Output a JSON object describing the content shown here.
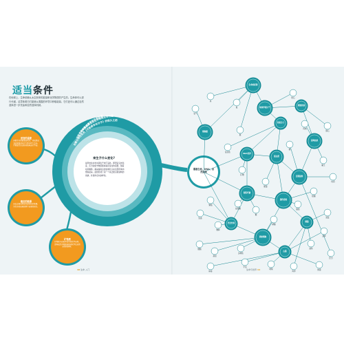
{
  "page": {
    "title_part1": "适当",
    "title_part2": "条件",
    "intro": "在地球上，生命依赖从太空到来的能量和化学物质的产生的。生命体可以进行代谢，这意味着它们能够从周围的环境中获取能量。它们还可以通过自然选择进一步完善和自然选择机制。",
    "folio_left_num": "10",
    "folio_left_text": "生命 入门",
    "folio_right_text": "生命与世界",
    "folio_right_num": "11"
  },
  "arc_texts": [
    "当年最初的合法化学物质生存分量",
    "可能是地球形成最早的生命起源",
    "在数亿年历史的《可能更早在分子》的很久之前"
  ],
  "center_circle": {
    "title": "来生子什么变化?",
    "body": "最早的生命也许诞生于地下深处，那里适宜的温度、压力和化学物质能够满足生命的需要。随着时间推移，越来越复杂的生物分子在局部区域内聚集起来，最终形成了第一个真正能自我复制的系统，并逐步走向多样化。"
  },
  "orange_circles": [
    {
      "title": "适宜的温度",
      "body": "多数生命需要液态的水，也就是说温度要维持在0℃到100℃之间，才能使生命过程持续地进行下去。"
    },
    {
      "title": "稳定的能源",
      "body": "来自太阳或地球内部的稳定能量，为生命的出现提供了必要的动力。"
    },
    {
      "title": "矿物质",
      "body": "矿物质与岩石中含有的化学元素，是构成生命物质和推动化学反应所必需的原料。"
    }
  ],
  "hub_label": "最基生命、DNA、自然选择",
  "nodes": [
    {
      "label": "细胞膜",
      "style": "dark"
    },
    {
      "label": "生命的起源",
      "style": "dark"
    },
    {
      "label": "地球早期大气",
      "style": "dark"
    },
    {
      "label": "原始的汤",
      "style": "dark"
    },
    {
      "label": "深海热泉",
      "style": "dark"
    },
    {
      "label": "有机分子",
      "style": "dark"
    },
    {
      "label": "RNA世界",
      "style": "dark"
    },
    {
      "label": "蛋白质",
      "style": "dark"
    },
    {
      "label": "自我复制",
      "style": "dark"
    },
    {
      "label": "新陈代谢",
      "style": "dark"
    },
    {
      "label": "遗传密码",
      "style": "dark"
    },
    {
      "label": "光合作用",
      "style": "dark"
    },
    {
      "label": "原始细胞",
      "style": "dark"
    },
    {
      "label": "细菌",
      "style": "dark"
    },
    {
      "label": "古菌",
      "style": "dark"
    },
    {
      "label": "氧气",
      "style": "light"
    },
    {
      "label": "水",
      "style": "light"
    },
    {
      "label": "碳",
      "style": "light"
    },
    {
      "label": "氮",
      "style": "light"
    },
    {
      "label": "化石",
      "style": "light"
    },
    {
      "label": "陨石",
      "style": "light"
    },
    {
      "label": "闪电",
      "style": "light"
    },
    {
      "label": "黏土",
      "style": "light"
    },
    {
      "label": "矿物",
      "style": "light"
    },
    {
      "label": "能量",
      "style": "light"
    },
    {
      "label": "酶",
      "style": "light"
    },
    {
      "label": "核酸",
      "style": "light"
    },
    {
      "label": "脂质",
      "style": "light"
    },
    {
      "label": "糖",
      "style": "light"
    },
    {
      "label": "氨基酸",
      "style": "light"
    },
    {
      "label": "磷酸",
      "style": "light"
    },
    {
      "label": "进化",
      "style": "light"
    },
    {
      "label": "突变",
      "style": "light"
    },
    {
      "label": "选择",
      "style": "light"
    },
    {
      "label": "繁殖",
      "style": "light"
    },
    {
      "label": "物种",
      "style": "light"
    },
    {
      "label": "生态",
      "style": "light"
    },
    {
      "label": "细胞",
      "style": "light"
    },
    {
      "label": "基因",
      "style": "light"
    },
    {
      "label": "病毒",
      "style": "light"
    },
    {
      "label": "宇宙",
      "style": "light"
    },
    {
      "label": "地球",
      "style": "light"
    },
    {
      "label": "海洋",
      "style": "light"
    },
    {
      "label": "热量",
      "style": "light"
    },
    {
      "label": "压力",
      "style": "light"
    },
    {
      "label": "时间",
      "style": "light"
    },
    {
      "label": "复杂性",
      "style": "light"
    },
    {
      "label": "多样性",
      "style": "light"
    }
  ],
  "colors": {
    "teal": "#1f9ba5",
    "teal_dark": "#12858f",
    "teal_light": "#bde3e8",
    "orange": "#f29a1f",
    "spread_bg": "#eef4f6",
    "node_light_fill": "#ffffff"
  }
}
